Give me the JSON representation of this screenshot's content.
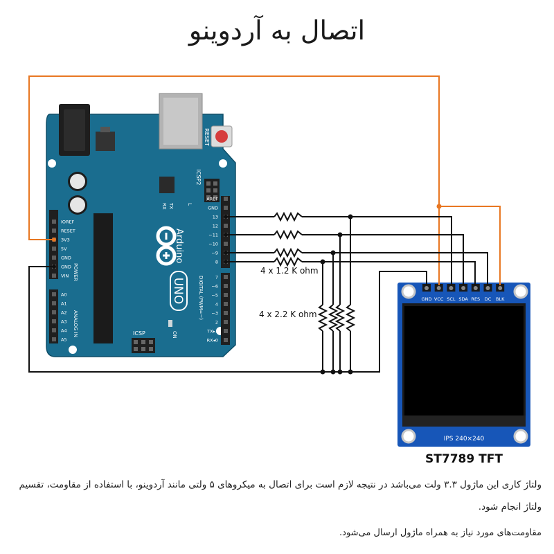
{
  "title": "اتصال به آردوینو",
  "arduino": {
    "brand": "Arduino",
    "model": "UNO",
    "reset_label": "RESET",
    "icsp2_label": "ICSP2",
    "icsp_label": "ICSP",
    "on_label": "ON",
    "tx_label": "TX",
    "rx_label": "RX",
    "l_label": "L",
    "power_label": "POWER",
    "analog_label": "ANALOG IN",
    "digital_label": "DIGITAL (PWM=~)",
    "power_pins": [
      "IOREF",
      "RESET",
      "3V3",
      "5V",
      "GND",
      "GND",
      "VIN"
    ],
    "analog_pins": [
      "A0",
      "A1",
      "A2",
      "A3",
      "A4",
      "A5"
    ],
    "digital_pins_top": [
      "AREF",
      "GND",
      "13",
      "12",
      "~11",
      "~10",
      "~9",
      "8"
    ],
    "digital_pins_bottom": [
      "7",
      "~6",
      "~5",
      "4",
      "~3",
      "2",
      "TX▸1",
      "RX◂0"
    ]
  },
  "resistors": {
    "series_label": "4 x 1.2 K ohm",
    "pulldown_label": "4 x 2.2 K ohm"
  },
  "display": {
    "pins": [
      "GND",
      "VCC",
      "SCL",
      "SDA",
      "RES",
      "DC",
      "BLK"
    ],
    "panel_label": "IPS 240×240",
    "name": "ST7789 TFT"
  },
  "colors": {
    "board": "#1a6d8f",
    "vcc_wire": "#e87722",
    "signal_wire": "#111111",
    "tft_pcb": "#1756b8"
  },
  "description": "ولتاژ کاری این ماژول ۳.۳ ولت می‌باشد در نتیجه لازم است برای اتصال به میکروهای ۵ ولتی مانند آردوینو، با استفاده از مقاومت، تقسیم ولتاژ انجام شود.",
  "note": "مقاومت‌های مورد نیاز به همراه ماژول ارسال می‌شود."
}
